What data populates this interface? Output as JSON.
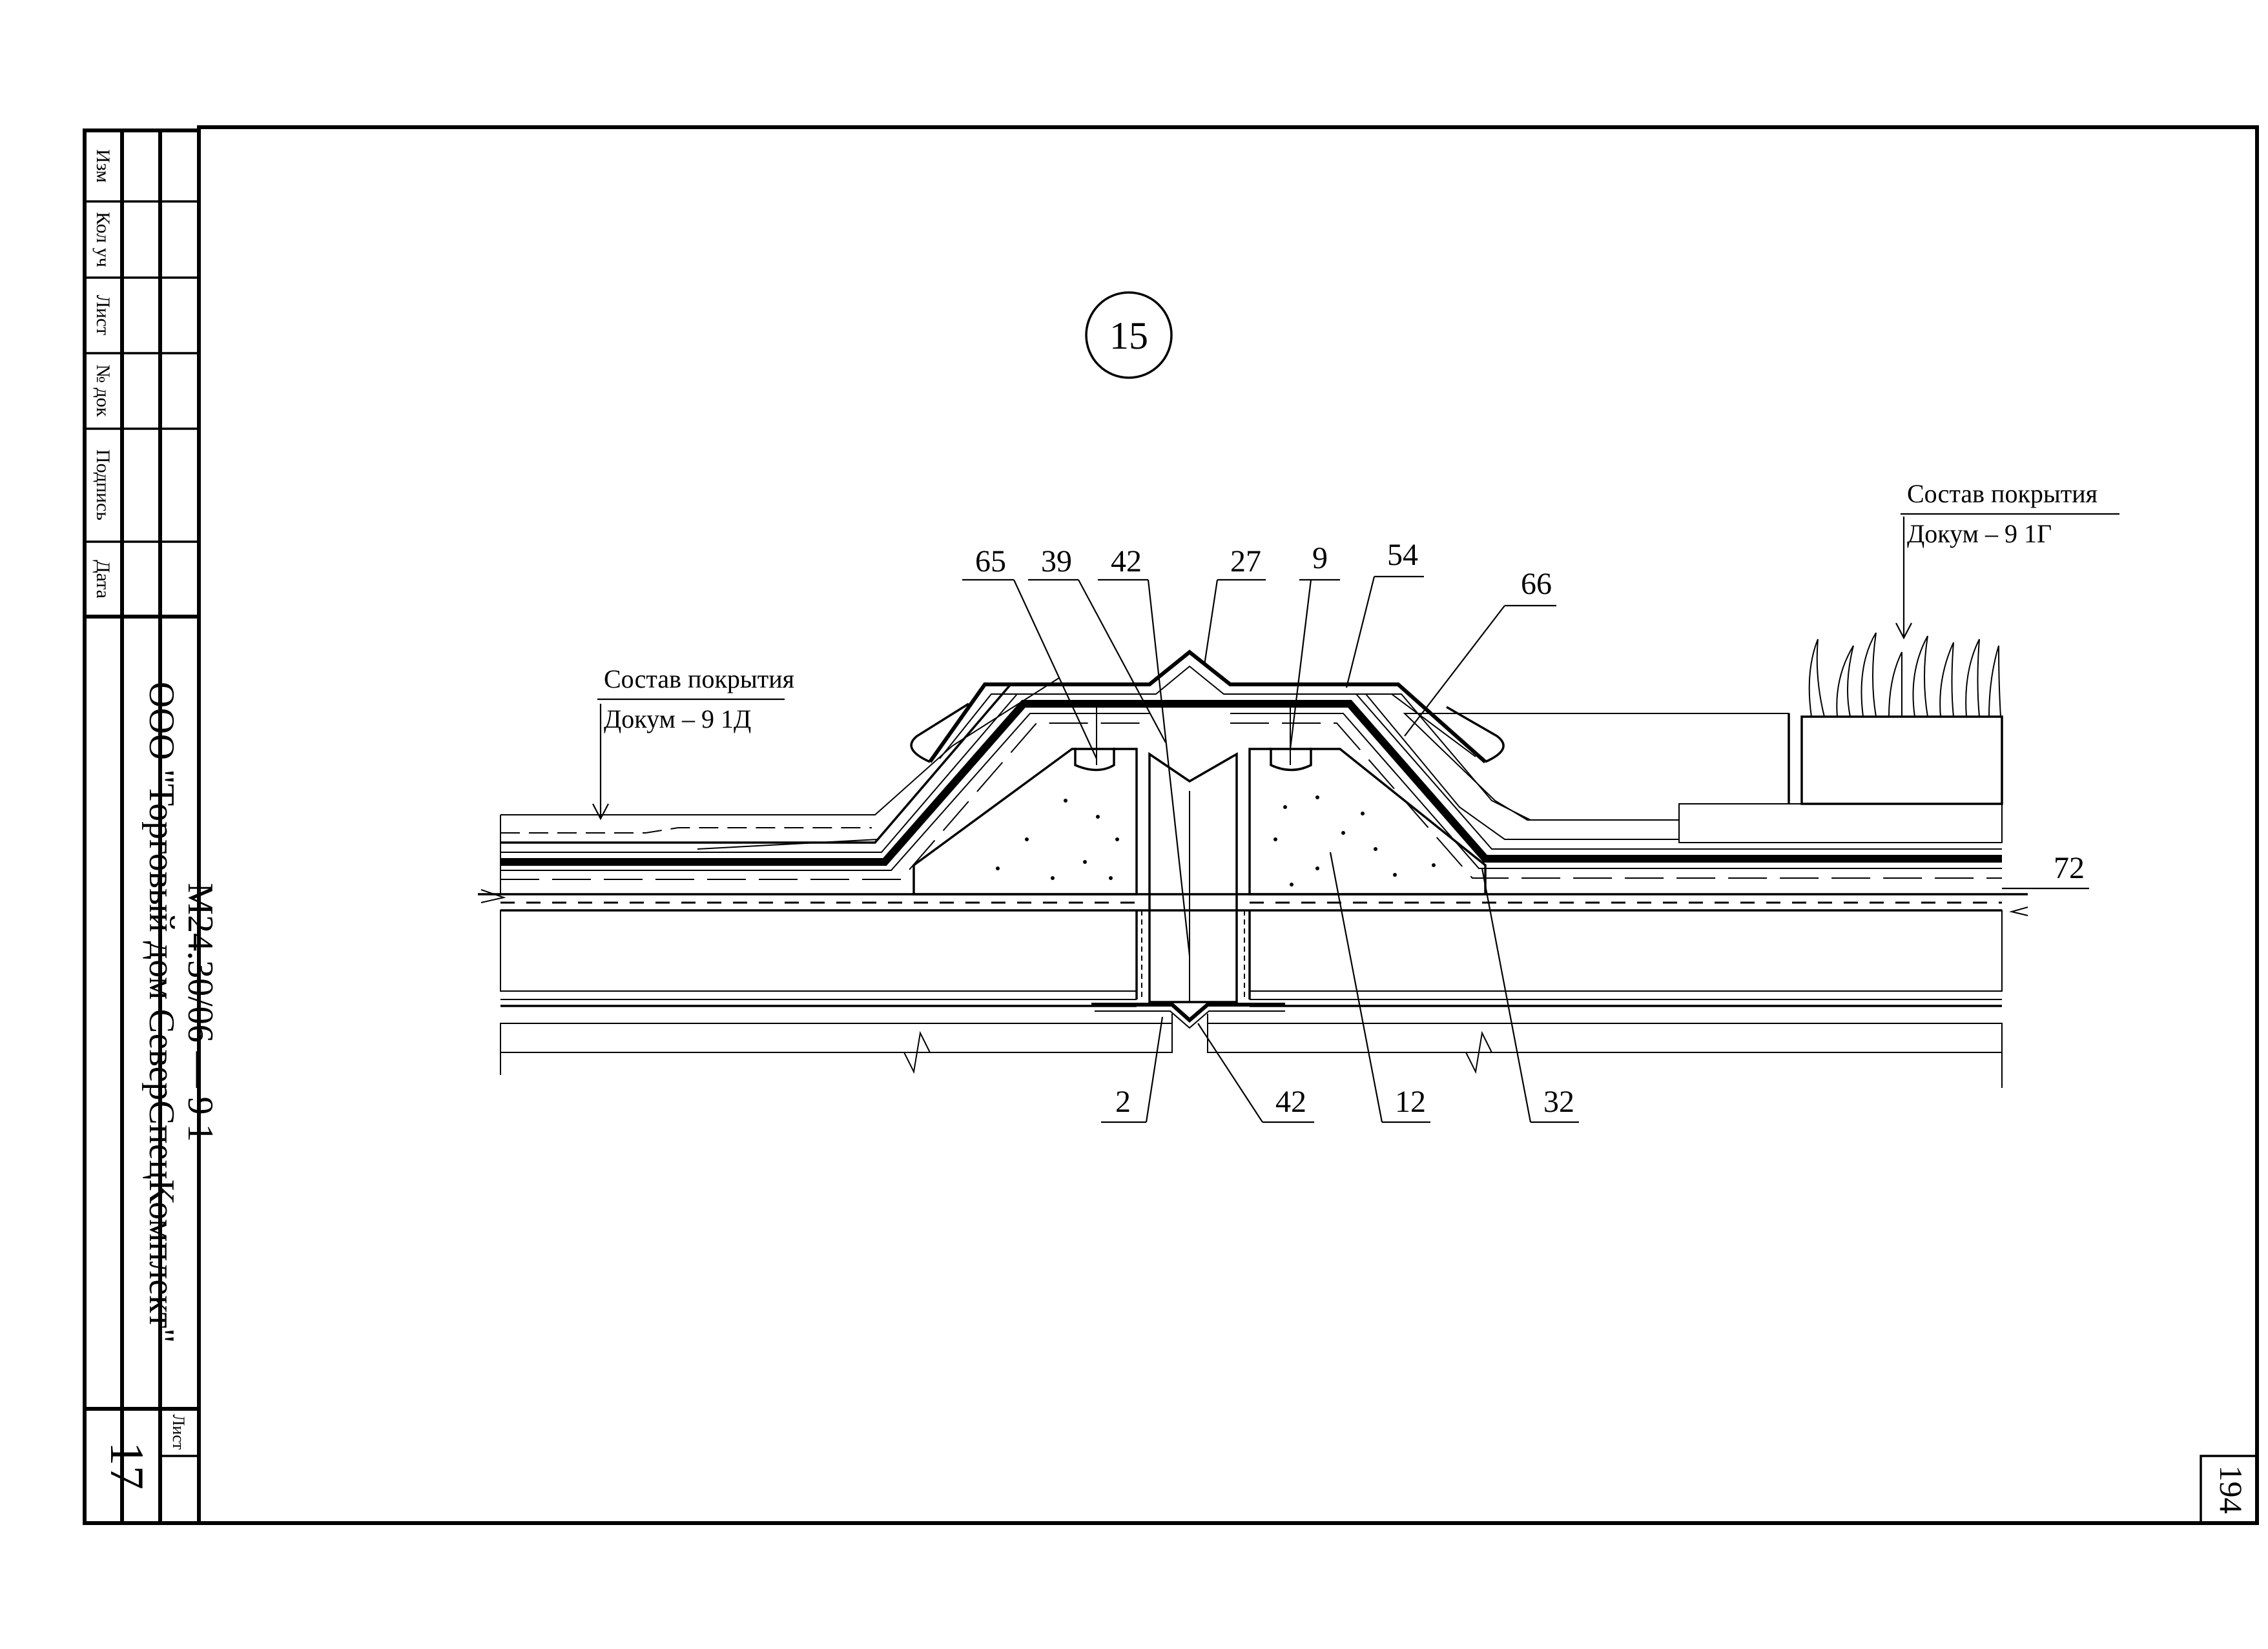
{
  "title_block": {
    "columns": [
      "Изм",
      "Кол уч",
      "Лист",
      "№ док",
      "Подпись",
      "Дата"
    ],
    "company": "ООО \"Торговый дом СеверСпецКомплект\"",
    "doc_code": "М24.30/06 — 9 1",
    "sheet_label": "Лист",
    "sheet_number": "17"
  },
  "page_number": "194",
  "node_number": "15",
  "notes": {
    "left_title": "Состав покрытия",
    "left_ref": "Докум – 9 1Д",
    "right_title": "Состав покрытия",
    "right_ref": "Докум – 9 1Г"
  },
  "callouts": {
    "c65": "65",
    "c39": "39",
    "c42_top": "42",
    "c27": "27",
    "c9": "9",
    "c54": "54",
    "c66": "66",
    "c72": "72",
    "c2": "2",
    "c42_bottom": "42",
    "c12": "12",
    "c32": "32"
  }
}
